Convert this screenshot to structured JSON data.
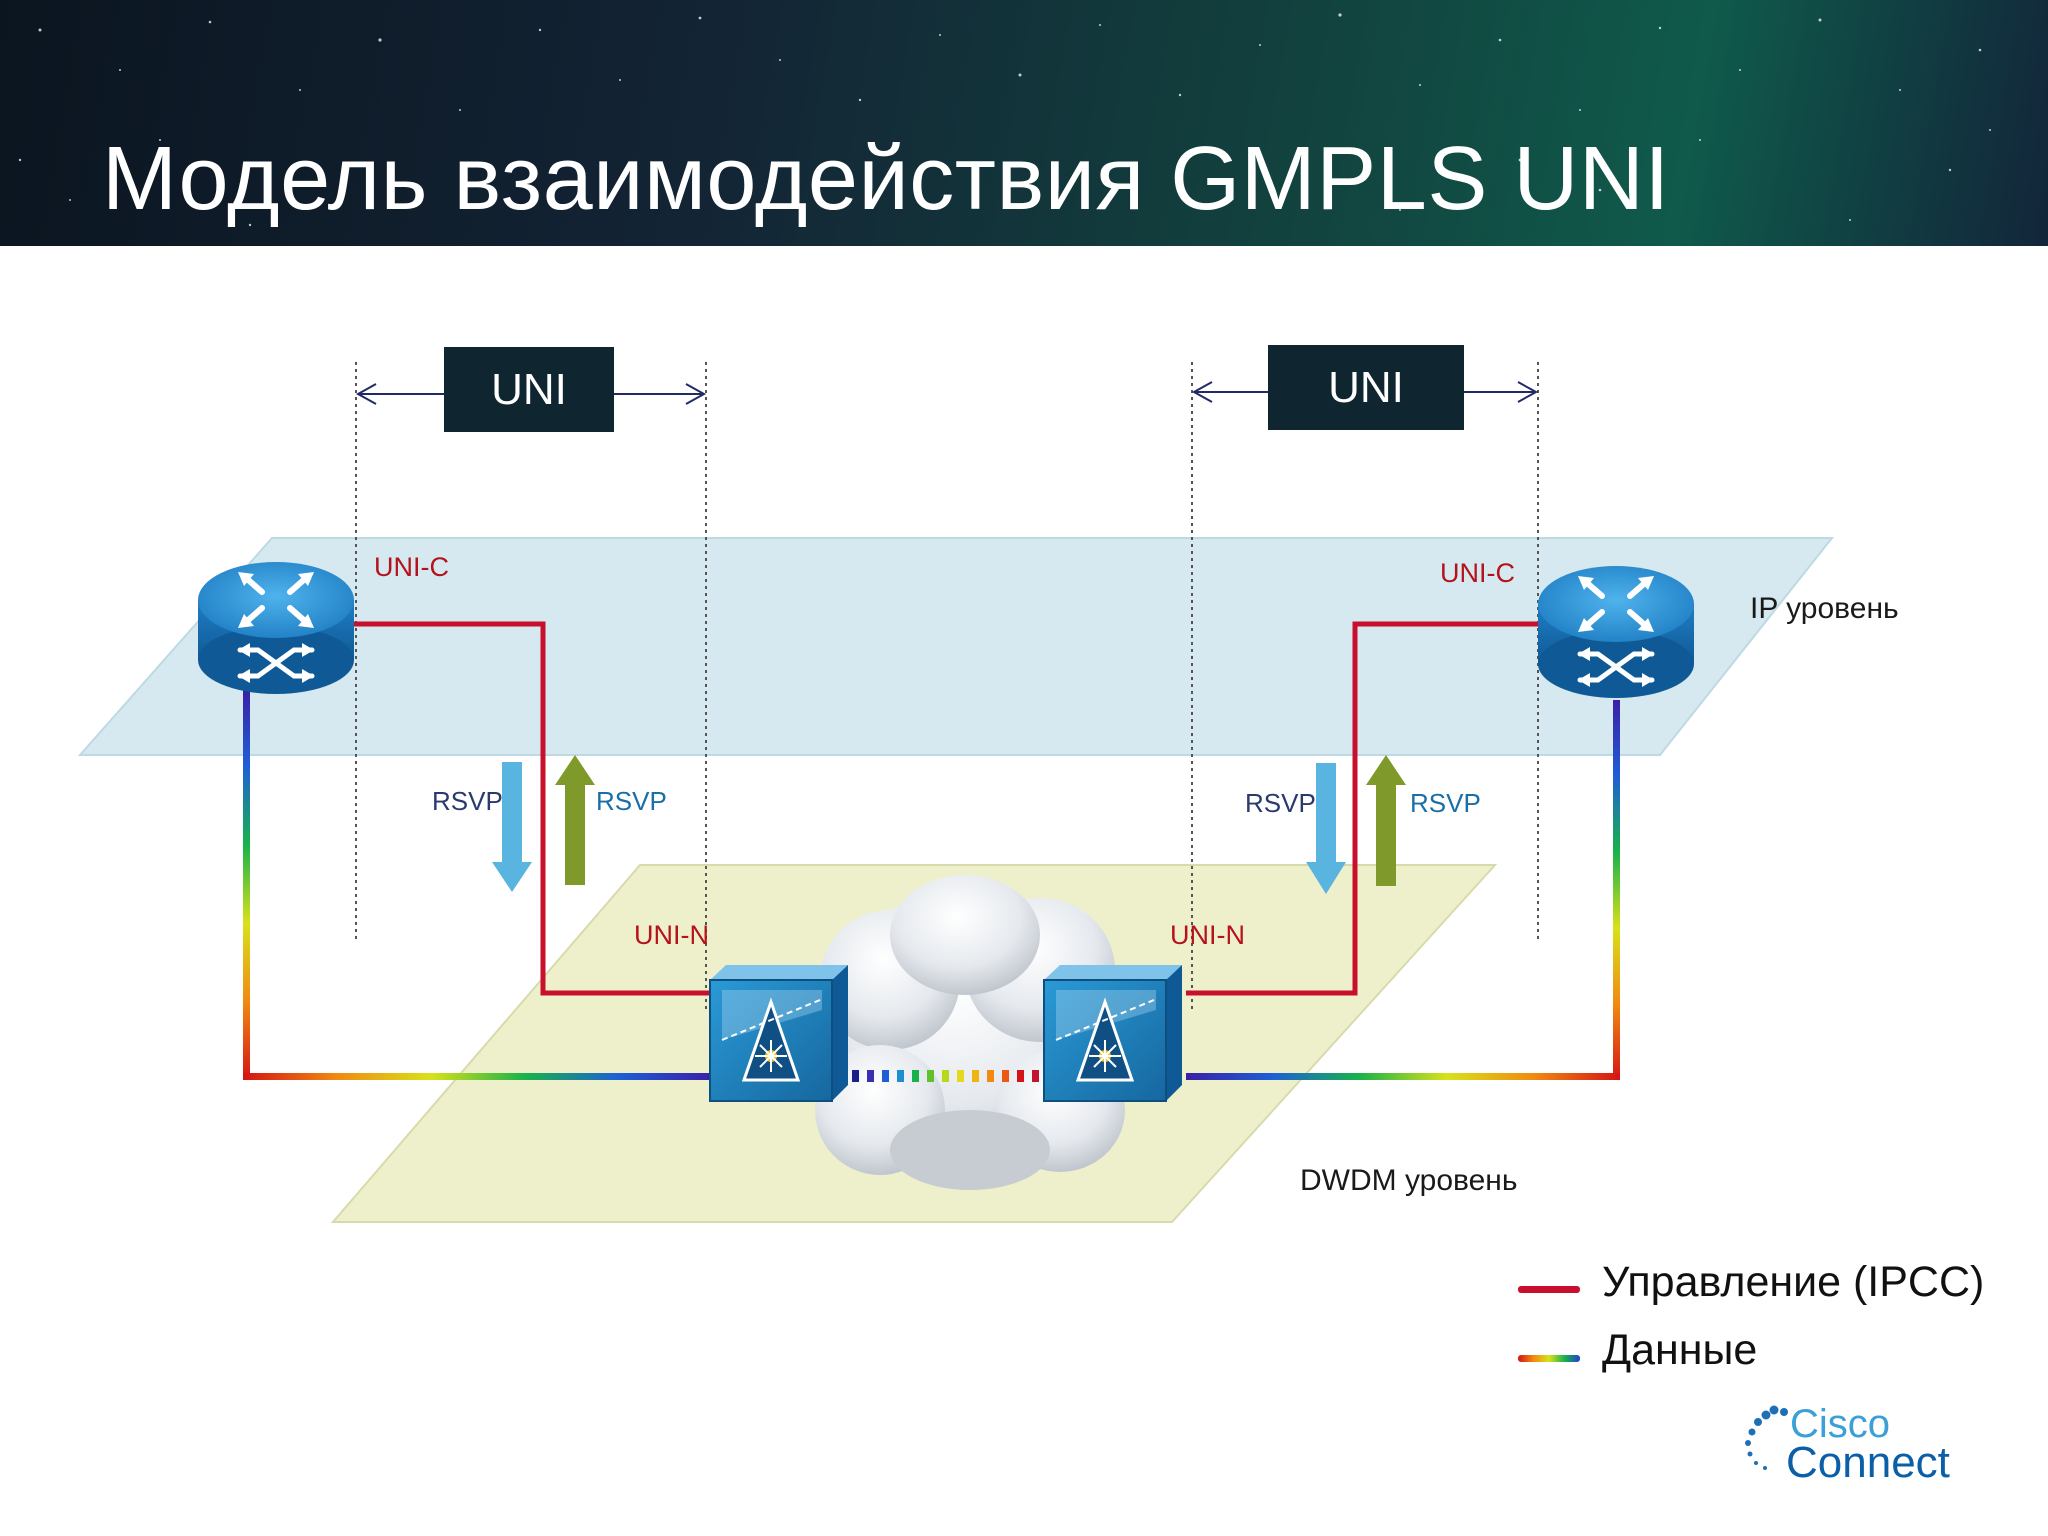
{
  "title": "Модель взаимодействия GMPLS UNI",
  "uni_left": "UNI",
  "uni_right": "UNI",
  "labels": {
    "uni_c_left": "UNI-C",
    "uni_c_right": "UNI-C",
    "uni_n_left": "UNI-N",
    "uni_n_right": "UNI-N",
    "rsvp_1": "RSVP",
    "rsvp_2": "RSVP",
    "rsvp_3": "RSVP",
    "rsvp_4": "RSVP",
    "ip_level": "IP уровень",
    "dwdm_level": "DWDM уровень"
  },
  "legend": {
    "control": "Управление (IPCC)",
    "data": "Данные"
  },
  "brand": {
    "top": "Cisco",
    "bottom": "Connect"
  },
  "colors": {
    "control_line": "#c8102e",
    "uni_box": "#0f2530",
    "ip_plane": "#cfe6ee",
    "dwdm_plane": "#eef0c9",
    "rsvp_down_arrow": "#5ab4e0",
    "rsvp_up_arrow": "#7f9a2a",
    "router": "#1e7fc2",
    "switch": "#1b86c4"
  }
}
